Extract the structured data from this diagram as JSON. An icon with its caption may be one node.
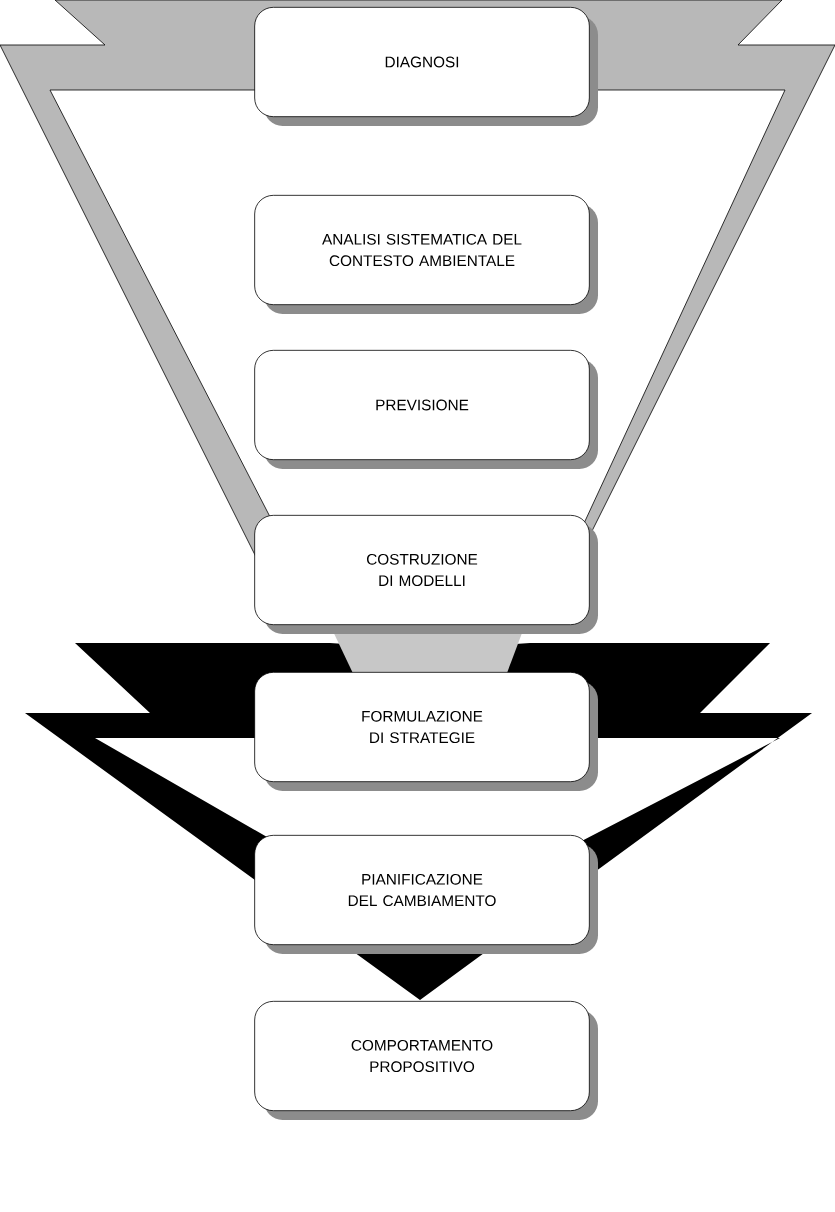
{
  "diagram": {
    "nodes": [
      {
        "text": [
          "DIAGNOSI"
        ]
      },
      {
        "text": [
          "ANALISI SISTEMATICA DEL CONTESTO AMBIENTALE"
        ]
      },
      {
        "text": [
          "PREVISIONE"
        ]
      },
      {
        "text": [
          "COSTRUZIONE DI MODELLI"
        ]
      },
      {
        "text": [
          "FORMULAZIONE DI STRATEGIE"
        ]
      },
      {
        "text": [
          "PIANIFICAZIONE DEL CAMBIAMENTO"
        ]
      },
      {
        "text": [
          "COMPORTAMENTO PROPOSITIVO"
        ]
      }
    ]
  }
}
